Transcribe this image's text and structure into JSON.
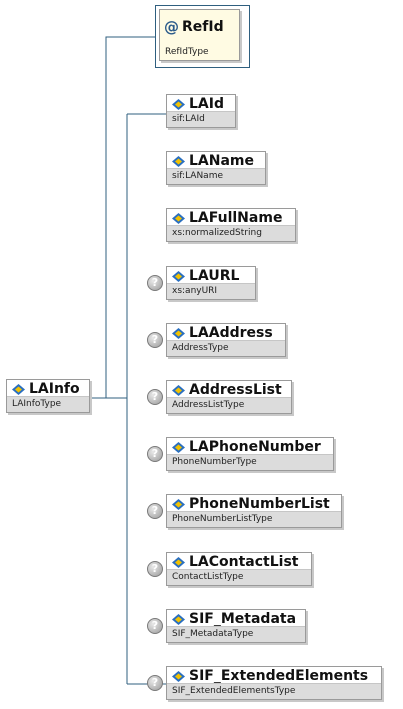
{
  "root": {
    "name": "LAInfo",
    "type": "LAInfoType"
  },
  "attribute": {
    "name": "RefId",
    "type": "RefIdType",
    "symbol": "@"
  },
  "elements": [
    {
      "name": "LAId",
      "type": "sif:LAId",
      "optional": false
    },
    {
      "name": "LAName",
      "type": "sif:LAName",
      "optional": false
    },
    {
      "name": "LAFullName",
      "type": "xs:normalizedString",
      "optional": false
    },
    {
      "name": "LAURL",
      "type": "xs:anyURI",
      "optional": true
    },
    {
      "name": "LAAddress",
      "type": "AddressType",
      "optional": true
    },
    {
      "name": "AddressList",
      "type": "AddressListType",
      "optional": true
    },
    {
      "name": "LAPhoneNumber",
      "type": "PhoneNumberType",
      "optional": true
    },
    {
      "name": "PhoneNumberList",
      "type": "PhoneNumberListType",
      "optional": true
    },
    {
      "name": "LAContactList",
      "type": "ContactListType",
      "optional": true
    },
    {
      "name": "SIF_Metadata",
      "type": "SIF_MetadataType",
      "optional": true
    },
    {
      "name": "SIF_ExtendedElements",
      "type": "SIF_ExtendedElementsType",
      "optional": true
    }
  ],
  "icons": {
    "element": "element-diamond-icon",
    "attribute": "attribute-at-icon",
    "optional": "question-mark-icon"
  },
  "colors": {
    "connector": "#2f5f7f",
    "icon_blue": "#2a6fc0",
    "icon_yellow": "#f2c200",
    "type_band": "#dcdcdc",
    "attribute_fill": "#fffbe3"
  }
}
